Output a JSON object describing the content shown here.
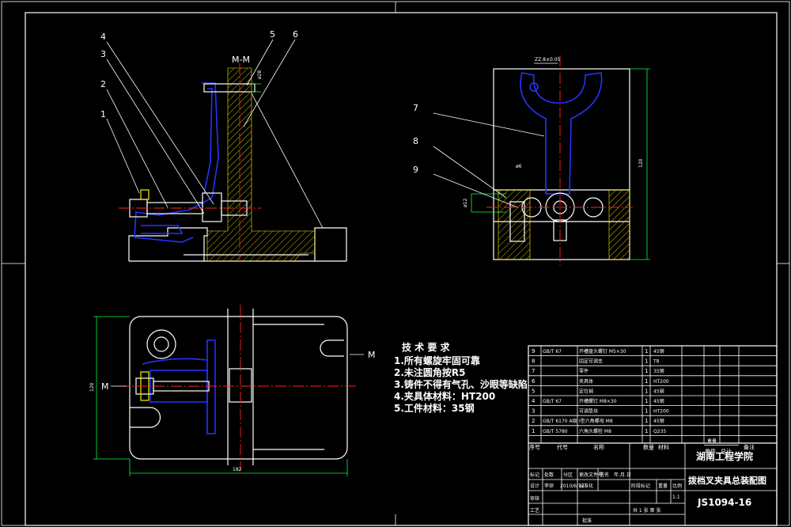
{
  "drawing": {
    "section_label": "M-M",
    "section_mark": "M",
    "part_numbers": [
      "1",
      "2",
      "3",
      "4",
      "5",
      "6",
      "7",
      "8",
      "9"
    ],
    "dim_front_height": "ø28",
    "dim_right_height": "120",
    "dim_right_top": "ZZ.8±0.05",
    "dim_right_mid": "ø6",
    "dim_plan_height": "120",
    "dim_plan_width": "182",
    "dim_side_small": "ø12"
  },
  "tech_requirements": {
    "title": "技 术 要 求",
    "items": [
      "1.所有螺旋牢固可靠",
      "2.未注圆角按R5",
      "3.铸件不得有气孔、沙眼等缺陷",
      "4.夹具体材料：HT200",
      "5.工件材料：35钢"
    ]
  },
  "title_block": {
    "school": "湖南工程学院",
    "drawing_name": "拨档叉夹具总装配图",
    "drawing_no": "JS1094-16",
    "headers": [
      "序号",
      "代号",
      "名称",
      "数量",
      "材料",
      "单件",
      "总计",
      "备注"
    ],
    "weight_header": "重量",
    "parts": [
      {
        "no": "9",
        "code": "GB/T 67",
        "name": "开槽盘头螺钉 M5×30",
        "qty": "1",
        "mat": "45钢"
      },
      {
        "no": "8",
        "code": "",
        "name": "固定可调支",
        "qty": "1",
        "mat": "T8"
      },
      {
        "no": "7",
        "code": "",
        "name": "零件",
        "qty": "1",
        "mat": "35钢"
      },
      {
        "no": "6",
        "code": "",
        "name": "夹具体",
        "qty": "1",
        "mat": "HT200"
      },
      {
        "no": "5",
        "code": "",
        "name": "定位销",
        "qty": "1",
        "mat": "45钢"
      },
      {
        "no": "4",
        "code": "GB/T 67",
        "name": "开槽螺钉 M8×30",
        "qty": "1",
        "mat": "45钢"
      },
      {
        "no": "3",
        "code": "",
        "name": "可调垫块",
        "qty": "1",
        "mat": "HT200"
      },
      {
        "no": "2",
        "code": "GB/T 6170 A级",
        "name": "I型六角螺母 M8",
        "qty": "1",
        "mat": "45钢"
      },
      {
        "no": "1",
        "code": "GB/T 5780",
        "name": "六角头螺栓 M8",
        "qty": "1",
        "mat": "Q235"
      }
    ],
    "rev_labels": [
      "标记",
      "处数",
      "分区",
      "更改文件号",
      "签名",
      "年.月.日"
    ],
    "row_design": [
      "设计",
      "李琼",
      "2010/6/12",
      "标准化"
    ],
    "stage_label": "阶段标记",
    "weight_label": "重量",
    "scale_label": "比例",
    "scale_value": "1:1",
    "check_label": "审核",
    "process_label": "工艺",
    "approve_label": "批准",
    "sheet_text": "共 1 张 第 张"
  }
}
